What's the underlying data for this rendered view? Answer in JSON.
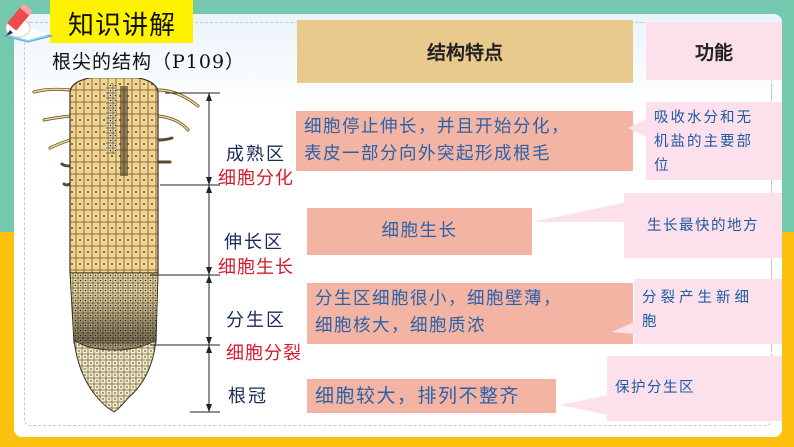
{
  "header": {
    "tag_label": "知识讲解",
    "section_title": "根尖的结构（P109）",
    "pencil_icon": "pencil-book-icon"
  },
  "table": {
    "col_structure": "结构特点",
    "col_function": "功能"
  },
  "zones": [
    {
      "name": "成熟区",
      "process": "细胞分化",
      "structure": "细胞停止伸长，并且开始分化，表皮一部分向外突起形成根毛",
      "structure_lines": [
        "细胞停止伸长，并且开始分化，",
        "表皮一部分向外突起形成根毛"
      ],
      "function": "吸收水分和无机盐的主要部位",
      "function_lines": [
        "吸收水分和无",
        "机盐的主要部",
        "位"
      ]
    },
    {
      "name": "伸长区",
      "process": "细胞生长",
      "structure": "细胞生长",
      "function": "生长最快的地方"
    },
    {
      "name": "分生区",
      "process": "细胞分裂",
      "structure": "分生区细胞很小，细胞壁薄，细胞核大，细胞质浓",
      "structure_lines": [
        "分生区细胞很小，细胞壁薄，",
        "细胞核大，细胞质浓"
      ],
      "function": "分裂产生新细胞",
      "function_lines": [
        "分裂产生新细",
        "胞"
      ]
    },
    {
      "name": "根冠",
      "process": "",
      "structure": "细胞较大，排列不整齐",
      "function": "保护分生区"
    }
  ],
  "colors": {
    "teal_bg": "#74c8ae",
    "yellow_bg": "#fcc00e",
    "tag_yellow": "#fff200",
    "header_tan": "#e8ca8c",
    "function_pink": "#fce0ec",
    "structure_salmon": "#f4b4a4",
    "zone_name_color": "#1a2a5a",
    "process_red": "#d21c2c",
    "structure_text_blue": "#2a62a8"
  }
}
